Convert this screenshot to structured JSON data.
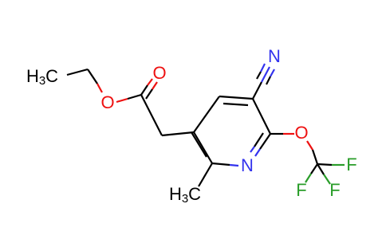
{
  "molecule": {
    "atoms": {
      "ethyl_ch3": {
        "label": "H",
        "sub": "3",
        "tail": "C"
      },
      "ester_o": {
        "label": "O"
      },
      "carbonyl_o": {
        "label": "O"
      },
      "nitrile_n": {
        "label": "N"
      },
      "ring_n": {
        "label": "N"
      },
      "ether_o": {
        "label": "O"
      },
      "fluorine_1": {
        "label": "F"
      },
      "fluorine_2": {
        "label": "F"
      },
      "fluorine_3": {
        "label": "F"
      },
      "ring_methyl": {
        "label": "H",
        "sub": "3",
        "tail": "C"
      }
    },
    "colors": {
      "carbon": "#000000",
      "nitrogen": "#3333ee",
      "oxygen": "#ee1111",
      "fluorine": "#2a9d2a"
    }
  }
}
